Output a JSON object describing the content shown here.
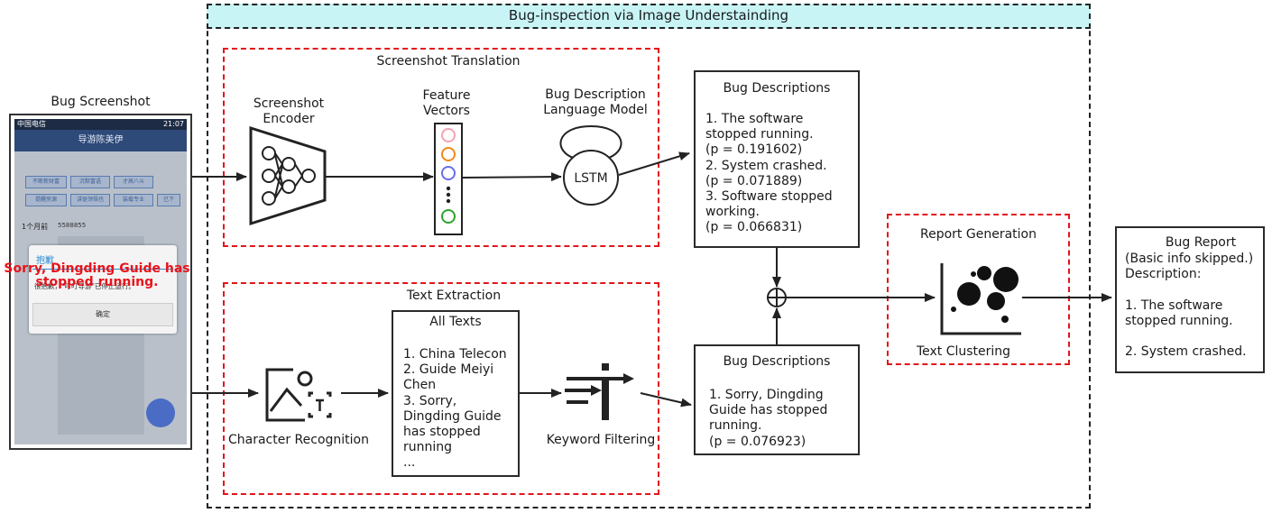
{
  "title": "Bug-inspection via Image Understainding",
  "screenshot": {
    "caption": "Bug Screenshot",
    "status_left": "中国电信",
    "status_right": "21:07",
    "app_title": "导游陈美伊",
    "tags": [
      "不断新财富",
      "沉默富语",
      "才高八斗",
      "提醒房源",
      "讲驱领悟也",
      "装载专业",
      "已下"
    ],
    "phone_label": "1个月前",
    "phone_number": "5588855",
    "dialog_title": "抱歉",
    "dialog_message": "很抱歉，\"叮叮导游\"已停止运行。",
    "dialog_button": "确定",
    "overlay_text": "Sorry, Dingding Guide has\nstopped running."
  },
  "translation": {
    "title": "Screenshot Translation",
    "encoder_label": "Screenshot\nEncoder",
    "vectors_label": "Feature\nVectors",
    "lm_label": "Bug Description\nLanguage Model",
    "lstm": "LSTM",
    "vector_colors": [
      "#f4a3b4",
      "#f08a19",
      "#6a6ee8",
      "#2aa52a"
    ]
  },
  "extraction": {
    "title": "Text Extraction",
    "ocr_label": "Character Recognition",
    "all_texts_title": "All Texts",
    "all_texts_body": "1. China Telecon\n2. Guide Meiyi\nChen\n3. Sorry,\nDingding Guide\nhas stopped\nrunning\n...",
    "filter_label": "Keyword Filtering"
  },
  "desc_top": {
    "title": "Bug Descriptions",
    "body": "1. The software\nstopped running.\n(p = 0.191602)\n2. System crashed.\n(p = 0.071889)\n3. Software stopped\nworking.\n(p = 0.066831)"
  },
  "desc_bottom": {
    "title": "Bug Descriptions",
    "body": "1. Sorry, Dingding\nGuide has stopped\nrunning.\n(p = 0.076923)"
  },
  "report_gen": {
    "title": "Report Generation",
    "label": "Text Clustering"
  },
  "report": {
    "title": "Bug Report",
    "body": "(Basic info skipped.)\nDescription:\n\n1. The software\nstopped running.\n\n2. System crashed."
  },
  "colors": {
    "title_bar": "#c8f4f6",
    "red_dash": "#e2151b",
    "black": "#222222"
  }
}
